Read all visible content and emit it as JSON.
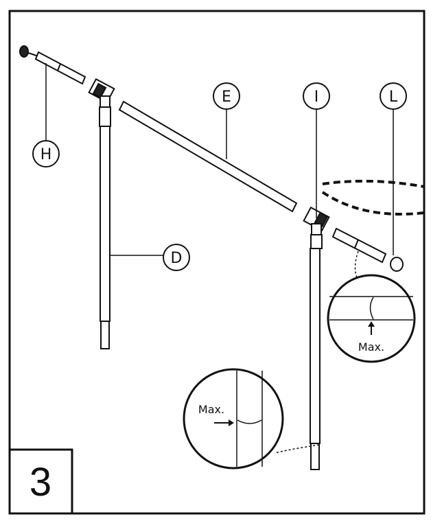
{
  "step": {
    "number": "3"
  },
  "parts": {
    "H": "H",
    "E": "E",
    "I": "I",
    "L": "L",
    "D": "D"
  },
  "callouts": {
    "right_max": "Max.",
    "left_max": "Max."
  }
}
